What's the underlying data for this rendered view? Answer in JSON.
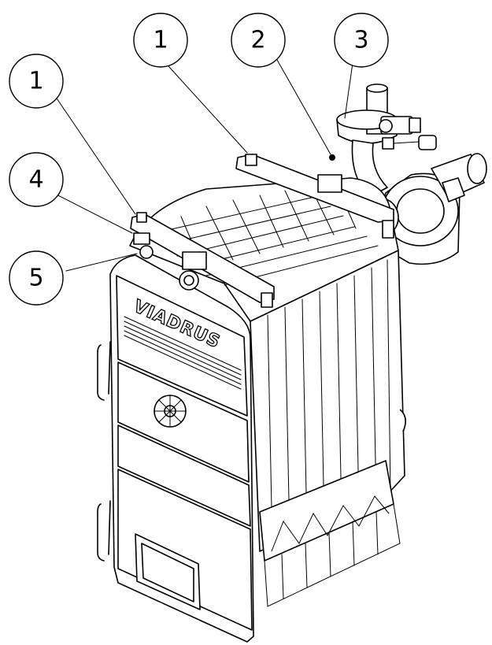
{
  "brand": "VIADRUS",
  "callouts": [
    {
      "label": "1"
    },
    {
      "label": "2"
    },
    {
      "label": "3"
    },
    {
      "label": "1"
    },
    {
      "label": "4"
    },
    {
      "label": "5"
    }
  ]
}
